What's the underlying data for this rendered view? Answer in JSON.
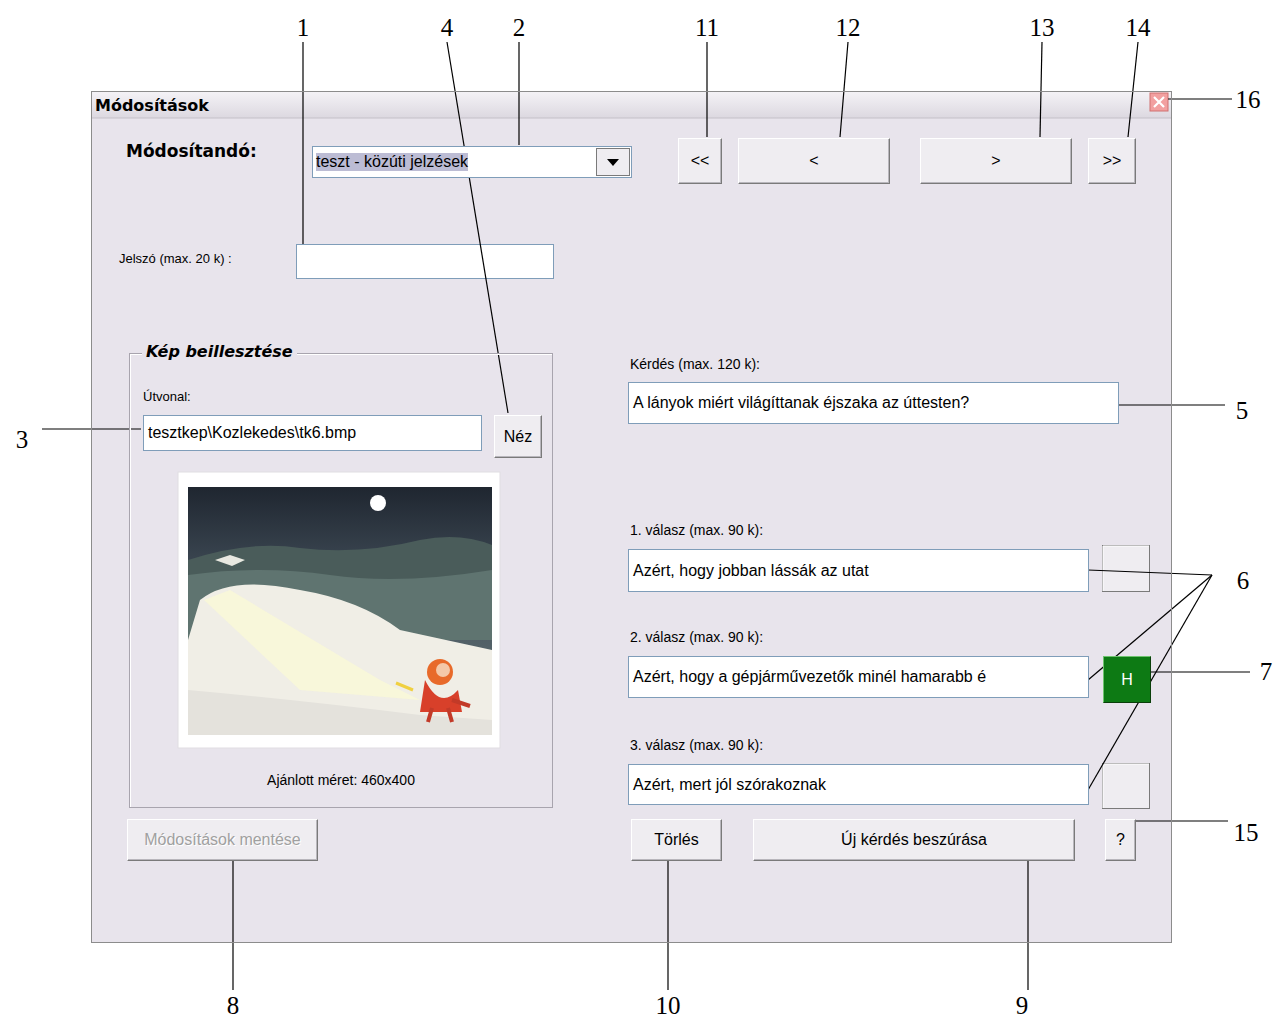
{
  "diagram": {
    "nodes": [
      {
        "text": [
          "Módosítások"
        ]
      },
      {
        "text": [
          "teszt - közúti jelzések"
        ],
        "in": 0
      },
      {
        "text": [
          "<<"
        ],
        "in": 0
      },
      {
        "text": [
          "<"
        ],
        "in": 0
      },
      {
        "text": [
          ">"
        ],
        "in": 0
      },
      {
        "text": [
          ">>"
        ],
        "in": 0
      },
      {
        "text": [
          "Kép beillesztése"
        ],
        "in": 0
      },
      {
        "text": [
          "tesztkep\\Kozlekedes\\tk6.bmp"
        ],
        "in": 6
      },
      {
        "text": [
          "Néz"
        ],
        "in": 6
      },
      {
        "text": [
          "A lányok miért világíttanak éjszaka az úttesten?"
        ],
        "in": 0
      },
      {
        "text": [
          "Azért, hogy jobban lássák az utat"
        ],
        "in": 0
      },
      {
        "text": [
          "Azért, hogy a gépjárművezetők minél hamarabb é"
        ],
        "in": 0
      },
      {
        "text": [
          "H"
        ],
        "in": 0
      },
      {
        "text": [
          "Azért, mert jól szórakoznak"
        ],
        "in": 0
      },
      {
        "text": [
          "Módosítások mentése"
        ],
        "in": 0
      },
      {
        "text": [
          "Törlés"
        ],
        "in": 0
      },
      {
        "text": [
          "Új kérdés beszúrása"
        ],
        "in": 0
      },
      {
        "text": [
          "?"
        ],
        "in": 0
      }
    ],
    "labels": [
      "Módosítandó:",
      "Jelszó (max. 20 k) :",
      "Útvonal:",
      "Ajánlott méret: 460x400",
      "Kérdés (max. 120 k):",
      "1. válasz (max. 90 k):",
      "2. válasz (max. 90 k):",
      "3. válasz (max. 90 k):",
      "1",
      "4",
      "2",
      "11",
      "12",
      "13",
      "14",
      "16",
      "3",
      "5",
      "6",
      "7",
      "15",
      "8",
      "10",
      "9"
    ]
  }
}
